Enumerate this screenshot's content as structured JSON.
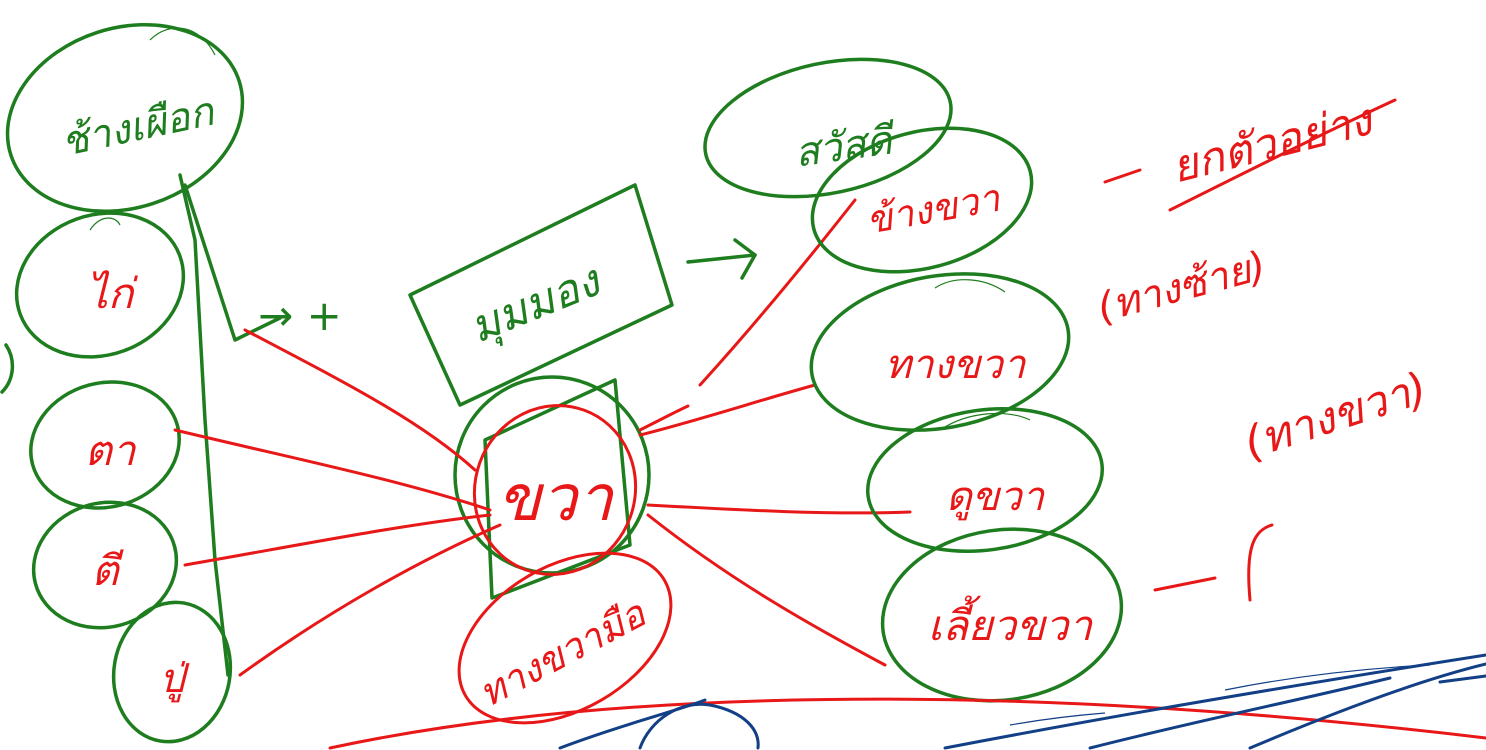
{
  "colors": {
    "green": "#1e7d1e",
    "red": "#e81818",
    "blue": "#123f86"
  },
  "left_column": {
    "top": "ช้างเผือก",
    "items": [
      "ไก่",
      "ตา",
      "ตี",
      "ปู่"
    ]
  },
  "center": {
    "box": "มุมมอง",
    "node": "ขวา",
    "below": "ทางขวามือ"
  },
  "right_column": {
    "top": "สวัสดี",
    "items": [
      "ข้างขวา",
      "ทางขวา",
      "ดูขวา",
      "เลี้ยวขวา"
    ]
  },
  "side_notes": {
    "top": "ยกตัวอย่าง",
    "mid1": "(ทางซ้าย)",
    "mid2": "(ทางขวา)"
  },
  "arrows": {
    "left": "→ +",
    "right": "→"
  }
}
